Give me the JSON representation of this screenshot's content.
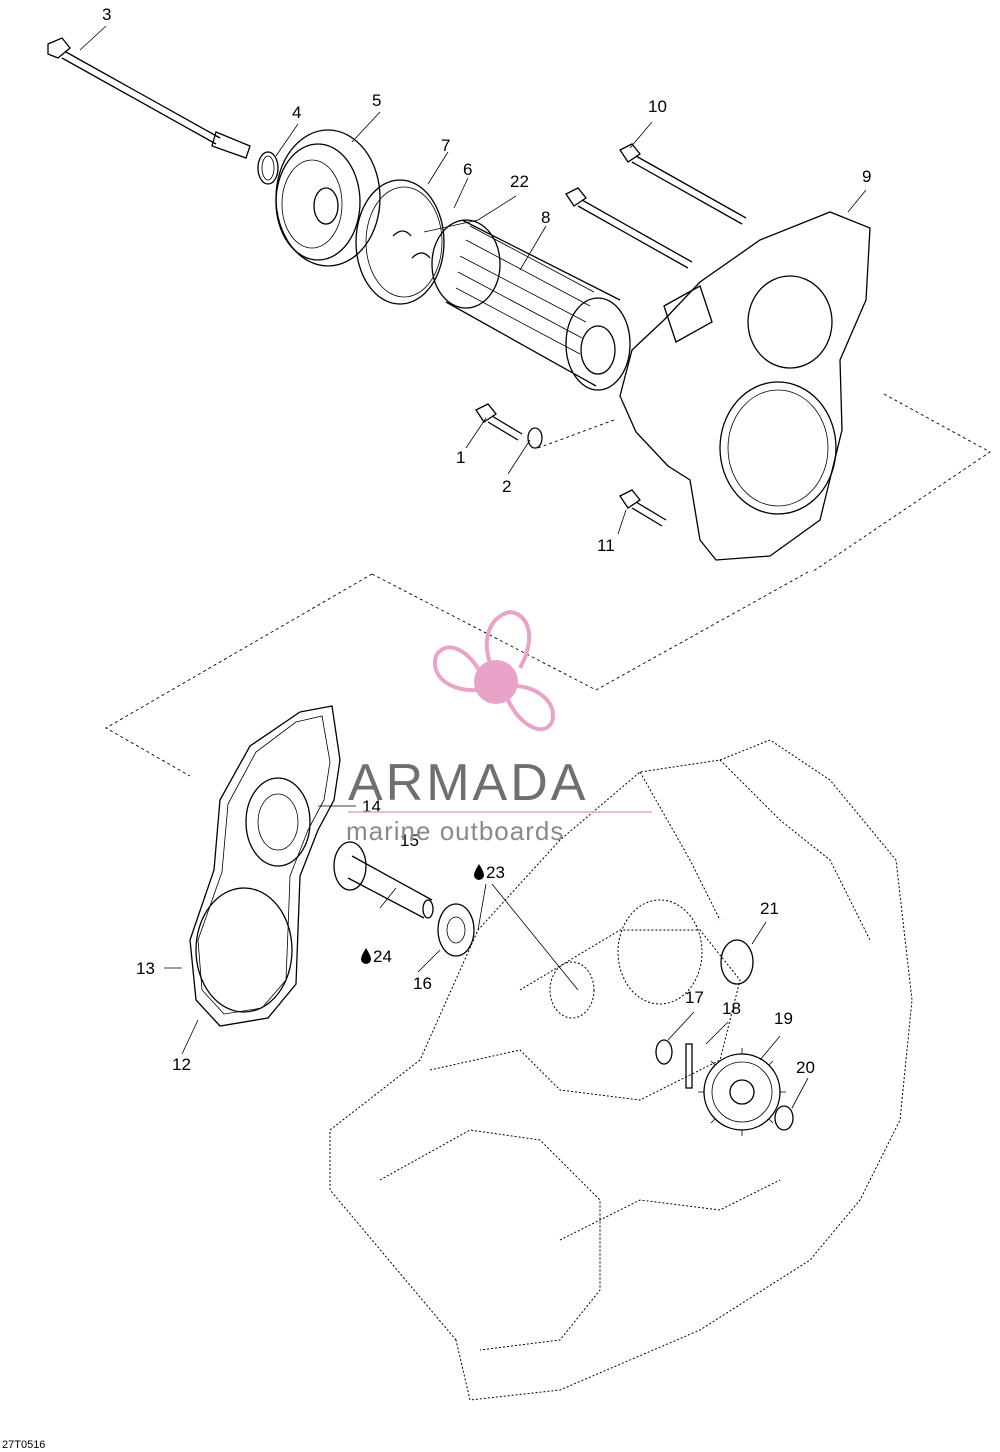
{
  "diagram": {
    "image_code": "27T0516",
    "callouts": [
      "1",
      "2",
      "3",
      "4",
      "5",
      "6",
      "7",
      "8",
      "9",
      "10",
      "11",
      "12",
      "13",
      "14",
      "15",
      "16",
      "17",
      "18",
      "19",
      "20",
      "21",
      "22",
      "23",
      "24"
    ],
    "callout_23": "23",
    "callout_24": "24"
  },
  "watermark": {
    "brand": "ARMADA",
    "tagline": "marine outboards",
    "colors": {
      "propeller": "#e9a3c9",
      "text": "#6f6f6f",
      "rule": "#e9a3c9"
    }
  }
}
